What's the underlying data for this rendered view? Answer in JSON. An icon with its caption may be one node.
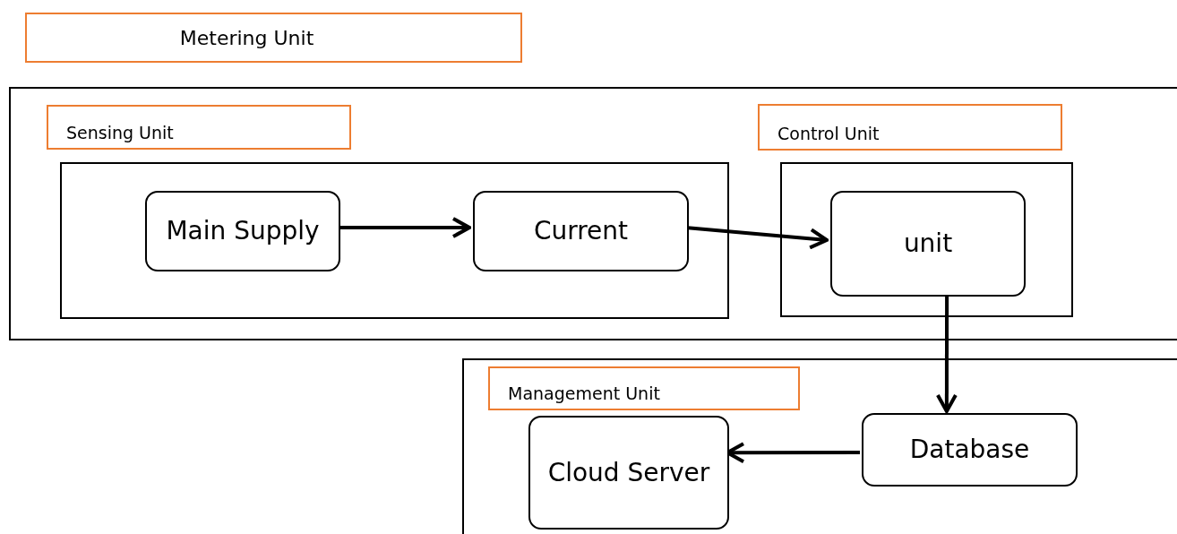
{
  "diagram": {
    "nodes": [
      {
        "text": [
          "Metering Unit"
        ]
      },
      {
        "text": [],
        "shape": "box"
      },
      {
        "text": [
          "Sensing Unit"
        ],
        "in": 1
      },
      {
        "text": [],
        "shape": "box",
        "in": 1
      },
      {
        "text": [
          "Main Supply"
        ],
        "in": 3
      },
      {
        "text": [
          "Current"
        ],
        "in": 3
      },
      {
        "text": [
          "Control Unit"
        ],
        "in": 1
      },
      {
        "text": [],
        "shape": "box",
        "in": 1
      },
      {
        "text": [
          "unit"
        ],
        "in": 7
      },
      {
        "text": [],
        "shape": "box"
      },
      {
        "text": [
          "Management Unit"
        ],
        "in": 9
      },
      {
        "text": [
          "Cloud Server"
        ],
        "in": 9
      },
      {
        "text": [
          "Database"
        ],
        "in": 9
      }
    ],
    "edges": [
      {
        "from": 4,
        "to": 5,
        "arrow": "to"
      },
      {
        "from": 5,
        "to": 8,
        "arrow": "to"
      },
      {
        "from": 8,
        "to": 12,
        "arrow": "to"
      },
      {
        "from": 12,
        "to": 11,
        "arrow": "to"
      }
    ]
  }
}
